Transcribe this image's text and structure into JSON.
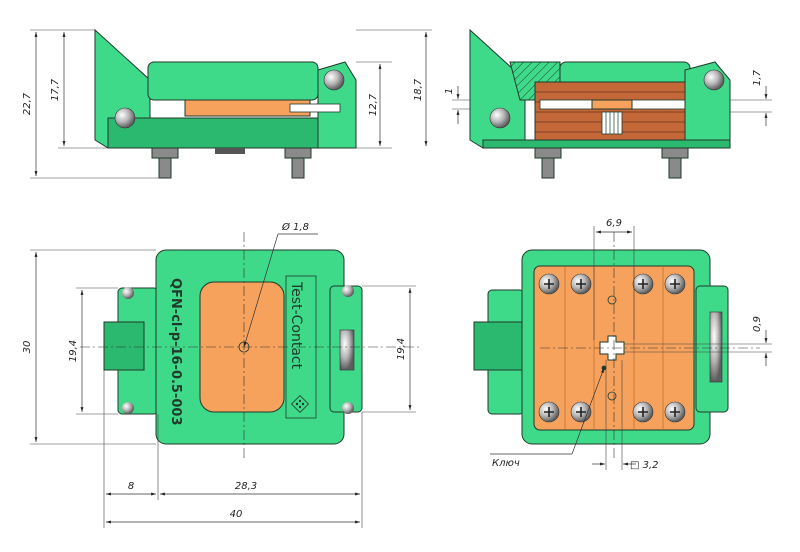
{
  "labels": {
    "part_number": "QFN-cl-p-16-0.5-003",
    "brand": "Test-Contact",
    "key": "Ключ"
  },
  "dimensions": {
    "overall_height": "22,7",
    "body_height": "17,7",
    "socket_height": "12,7",
    "side_height": "18,7",
    "gap": "1",
    "gap_right": "1,7",
    "hole_dia": "Ø 1,8",
    "width": "30",
    "inner_height_left": "19,4",
    "inner_height_right": "19,4",
    "left_offset": "8",
    "body_length": "28,3",
    "total_length": "40",
    "pitch_width": "6,9",
    "pin_offset": "0,9",
    "pad_size": "□ 3,2"
  },
  "colors": {
    "body_green": "#3fd98a",
    "dark_green": "#2bb86f",
    "pad_orange": "#f6a25c",
    "copper": "#c4683a"
  }
}
